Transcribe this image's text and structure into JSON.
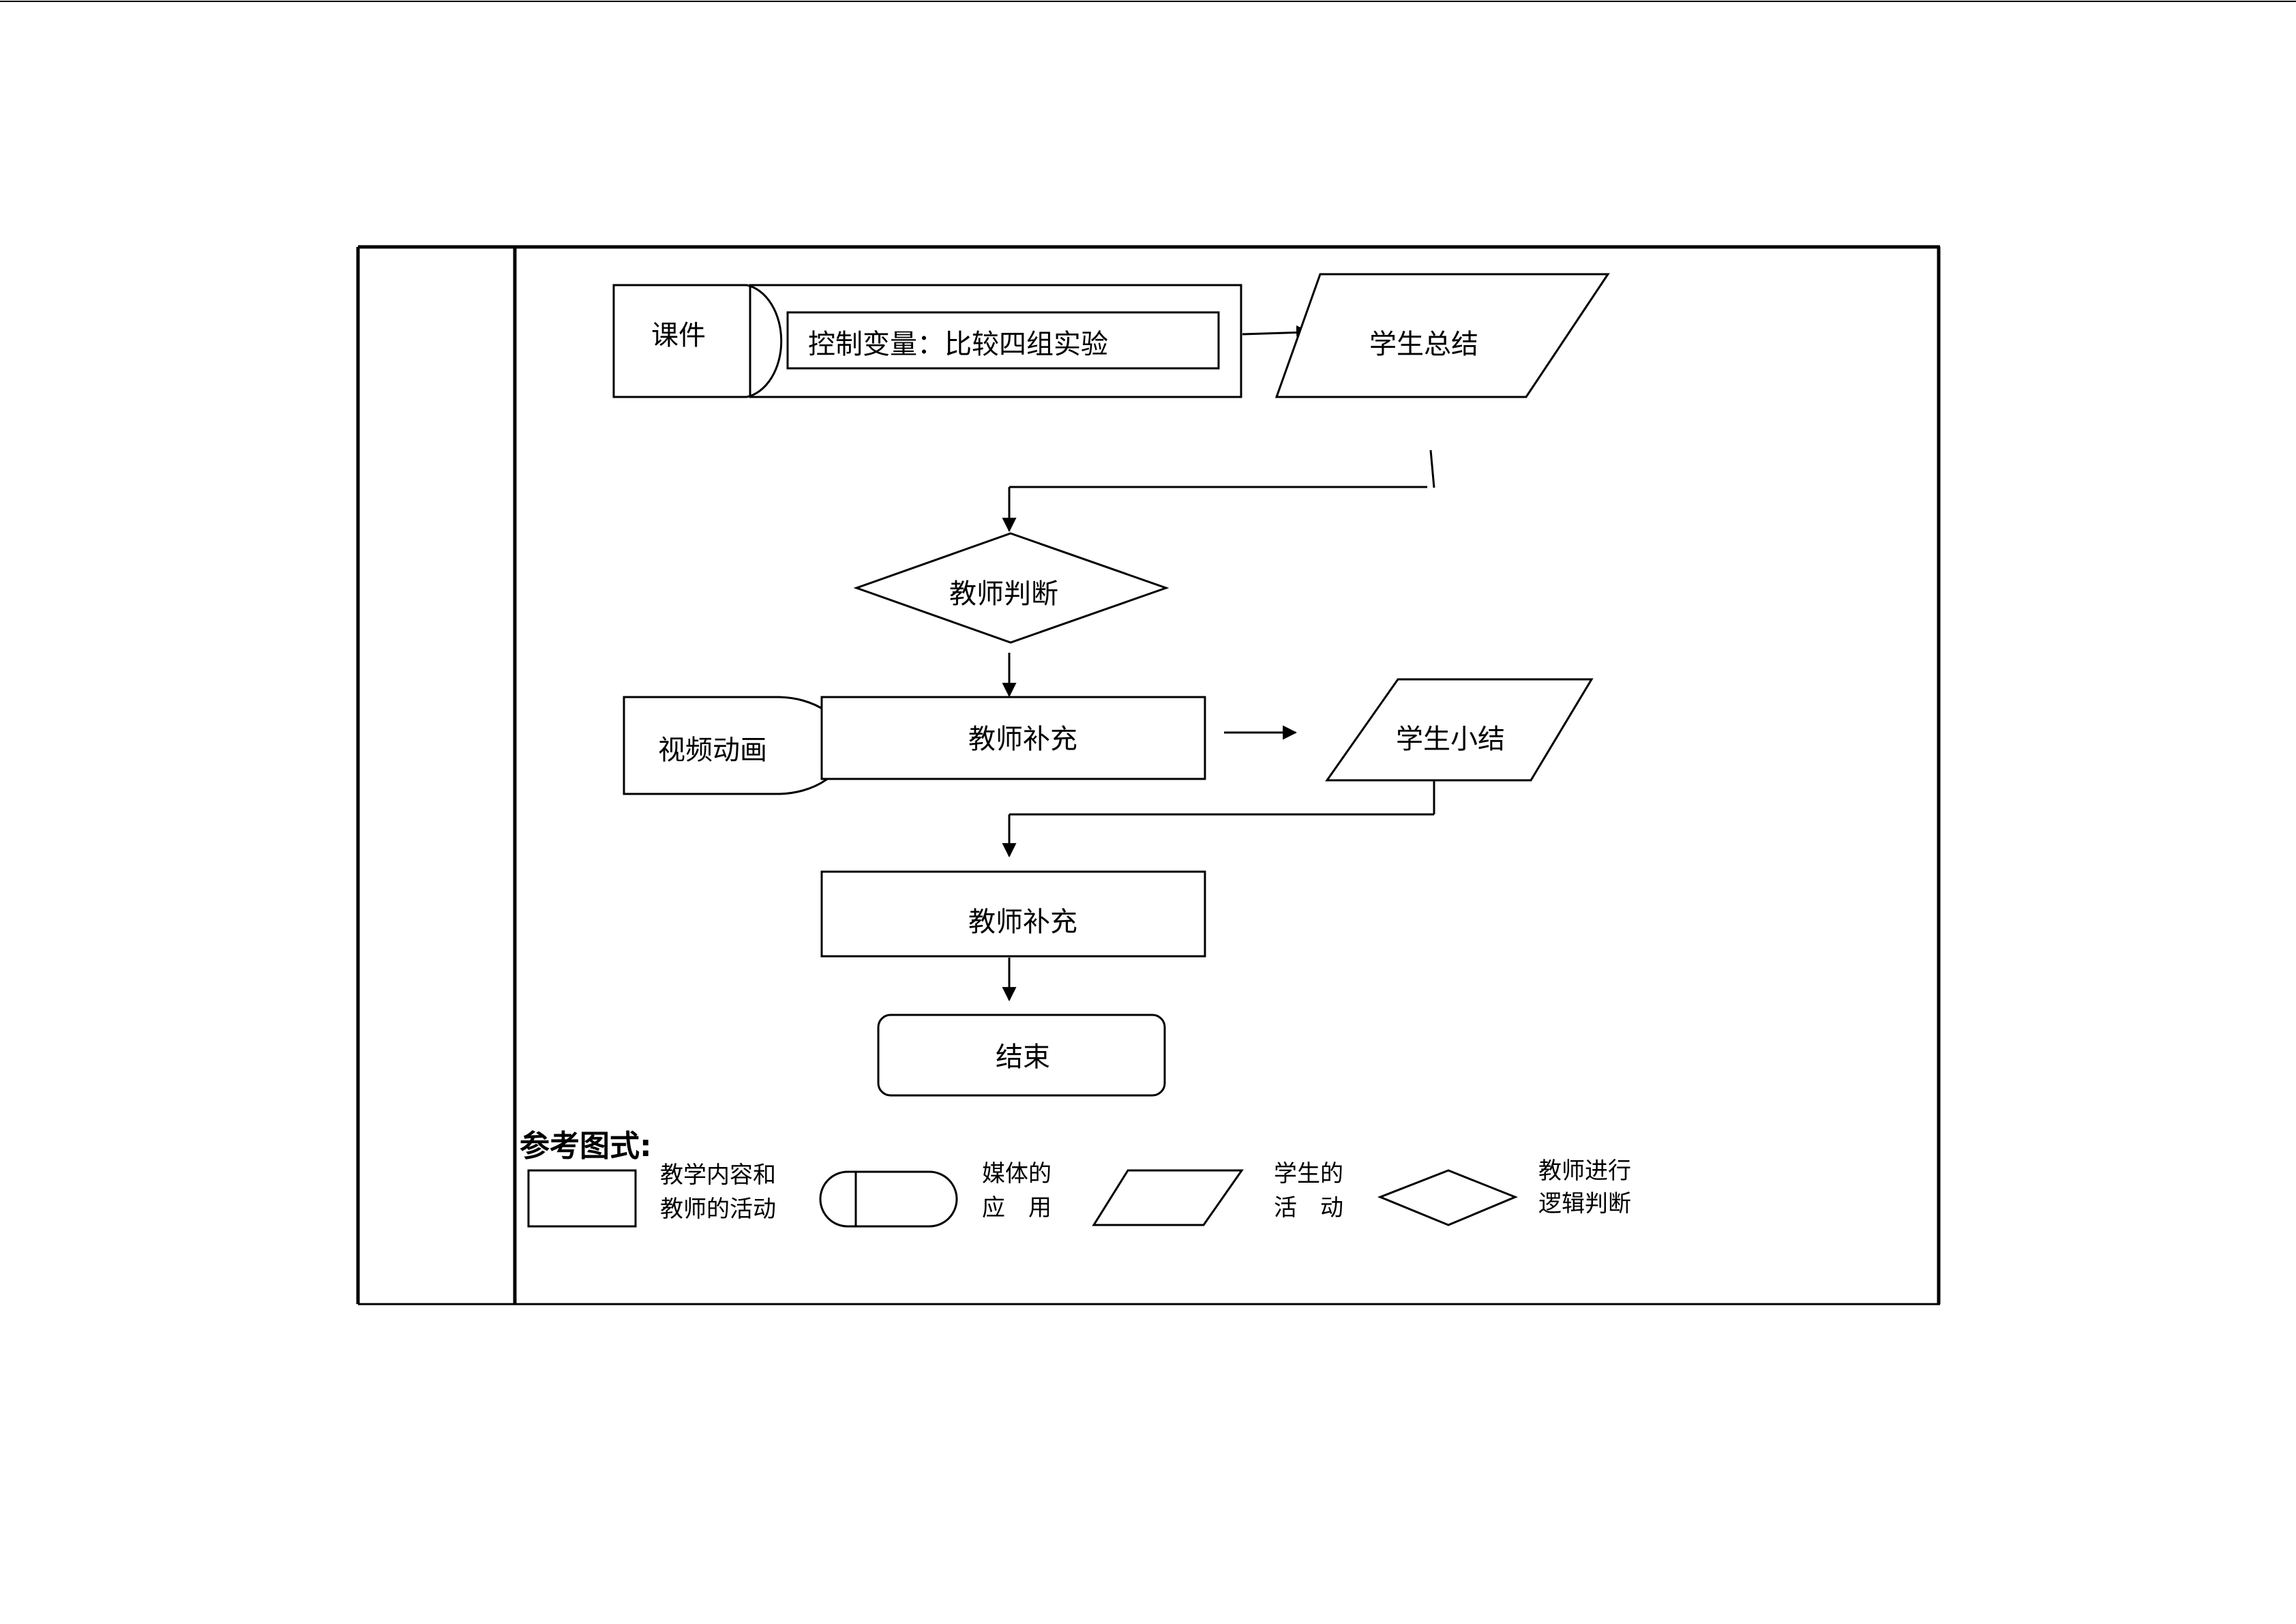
{
  "flow": {
    "media_courseware": "课件",
    "control_variable": "控制变量：比较四组实验",
    "student_summary": "学生总结",
    "teacher_judgment": "教师判断",
    "media_video": "视频动画",
    "teacher_supplement_1": "教师补充",
    "student_brief_summary": "学生小结",
    "teacher_supplement_2": "教师补充",
    "end": "结束"
  },
  "legend": {
    "title": "参考图式:",
    "content_line1": "教学内容和",
    "content_line2": "教师的活动",
    "media_line1": "媒体的",
    "media_line2": "应　用",
    "student_line1": "学生的",
    "student_line2": "活　动",
    "logic_line1": "教师进行",
    "logic_line2": "逻辑判断"
  }
}
